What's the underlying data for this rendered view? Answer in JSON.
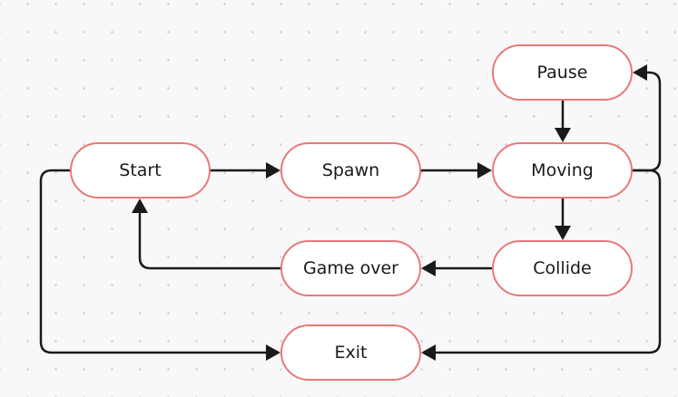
{
  "diagram": {
    "type": "state-flowchart",
    "colors": {
      "node_border": "#e87878",
      "node_fill": "#ffffff",
      "edge": "#1a1a1a",
      "background": "#f8f8fa",
      "grid_dot": "#cfd0d6"
    },
    "nodes": {
      "start": "Start",
      "spawn": "Spawn",
      "moving": "Moving",
      "pause": "Pause",
      "collide": "Collide",
      "gameover": "Game over",
      "exit": "Exit"
    },
    "edges": [
      {
        "from": "start",
        "to": "spawn"
      },
      {
        "from": "spawn",
        "to": "moving"
      },
      {
        "from": "pause",
        "to": "moving"
      },
      {
        "from": "moving",
        "to": "pause"
      },
      {
        "from": "moving",
        "to": "collide"
      },
      {
        "from": "moving",
        "to": "exit"
      },
      {
        "from": "collide",
        "to": "gameover"
      },
      {
        "from": "gameover",
        "to": "start"
      },
      {
        "from": "start",
        "to": "exit"
      }
    ]
  }
}
